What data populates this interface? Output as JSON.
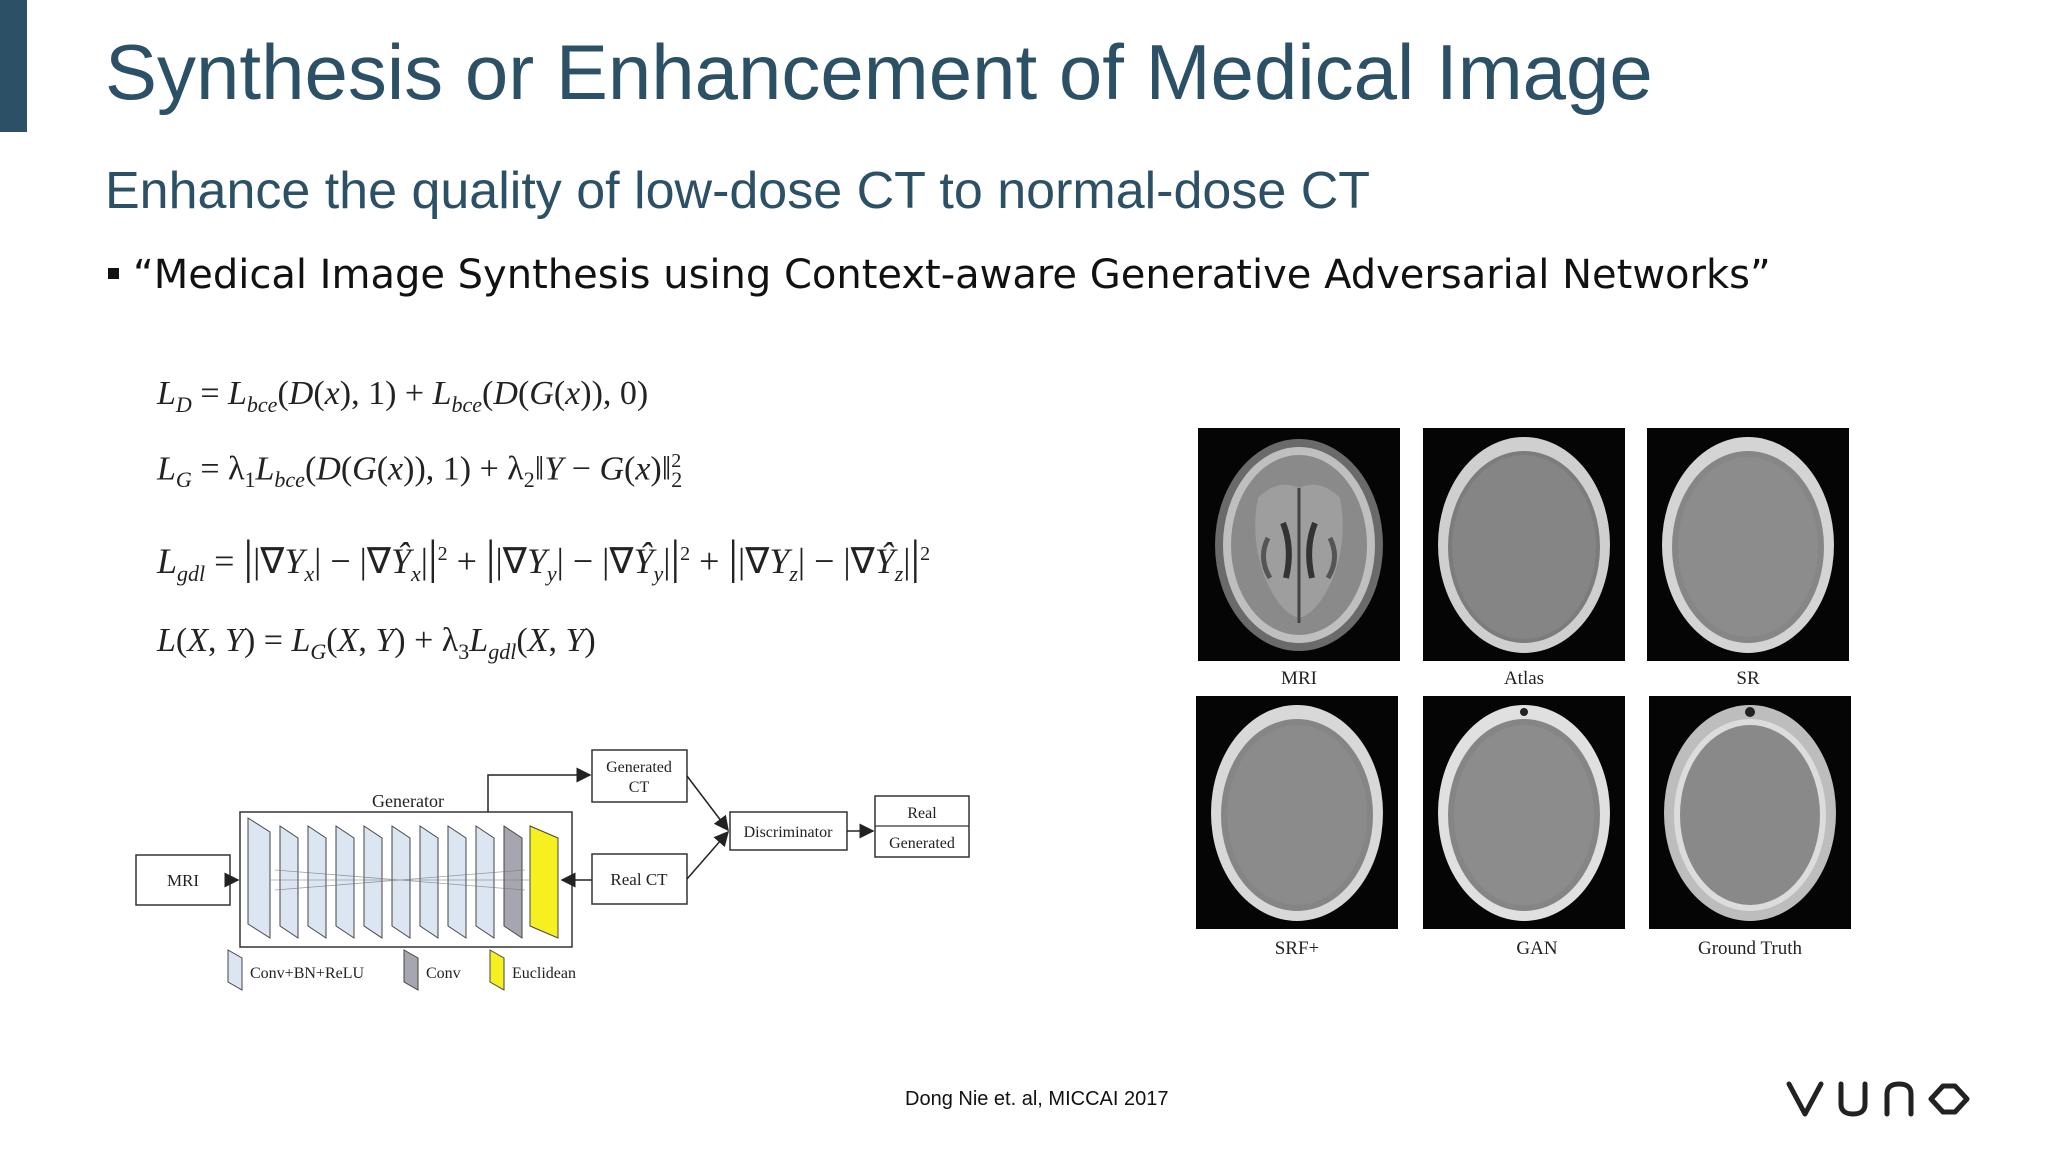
{
  "slide": {
    "title": "Synthesis or Enhancement of Medical Image",
    "subtitle": "Enhance the quality of low-dose CT to normal-dose CT",
    "bullet": "“Medical Image Synthesis using Context-aware Generative Adversarial Networks”",
    "citation": "Dong Nie et. al,  MICCAI 2017",
    "logo_text": "VUNO"
  },
  "equations": {
    "ld": "L_D = L_bce(D(x),1) + L_bce(D(G(x)),0)",
    "lg": "L_G = λ1 L_bce(D(G(x)),1) + λ2 ||Y − G(x)||₂²",
    "lgdl": "L_gdl = ||∇Y_x| − |∇Ŷ_x||² + ||∇Y_y| − |∇Ŷ_y||² + ||∇Y_z| − |∇Ŷ_z||²",
    "ltotal": "L(X,Y) = L_G(X,Y) + λ3 L_gdl(X,Y)"
  },
  "diagram": {
    "generator_label": "Generator",
    "mri_label": "MRI",
    "generated_ct_line1": "Generated",
    "generated_ct_line2": "CT",
    "real_ct_label": "Real CT",
    "discriminator_label": "Discriminator",
    "real_label": "Real",
    "generated_label": "Generated",
    "legend": {
      "conv_bn_relu": "Conv+BN+ReLU",
      "conv": "Conv",
      "euclidean": "Euclidean"
    },
    "colors": {
      "conv_bn_relu": "#dce6f2",
      "conv": "#a6a6b0",
      "euclidean": "#f7f020"
    }
  },
  "ct_results": {
    "labels": [
      "MRI",
      "Atlas",
      "SR",
      "SRF+",
      "GAN",
      "Ground Truth"
    ]
  },
  "colors": {
    "accent": "#2c5066",
    "title": "#2c5066"
  }
}
